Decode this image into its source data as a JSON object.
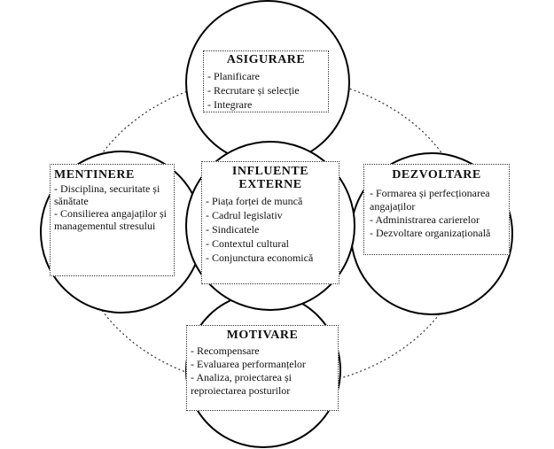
{
  "asigurare": {
    "title": "ASIGURARE",
    "items": [
      "Planificare",
      "Recrutare și selecție",
      "Integrare"
    ]
  },
  "mentinere": {
    "title": "MENTINERE",
    "items": [
      "Disciplina, securitate și sănătate",
      "Consilierea angajaților și managementul stresului"
    ]
  },
  "influente": {
    "title": "INFLUENTE EXTERNE",
    "items": [
      "Piața forței de muncă",
      "Cadrul legislativ",
      "Sindicatele",
      "Contextul cultural",
      "Conjunctura economică"
    ]
  },
  "dezvoltare": {
    "title": "DEZVOLTARE",
    "items": [
      "Formarea și perfecționarea angajaților",
      "Administrarea carierelor",
      "Dezvoltare organizațională"
    ]
  },
  "motivare": {
    "title": "MOTIVARE",
    "items": [
      "Recompensare",
      "Evaluarea performanțelor",
      "Analiza, proiectarea și reproiectarea posturilor"
    ]
  }
}
